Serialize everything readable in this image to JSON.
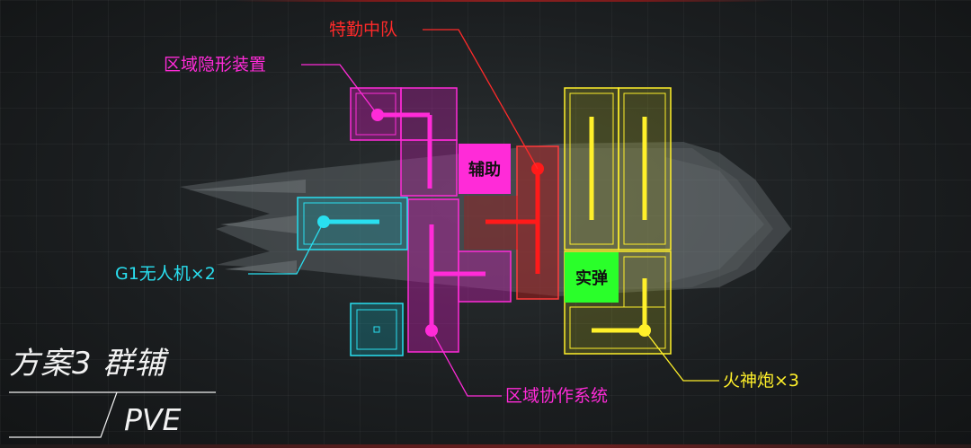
{
  "labels": {
    "elite_squad": "特勤中队",
    "area_stealth": "区域隐形装置",
    "g1_drone": "G1无人机×2",
    "area_coop": "区域协作系统",
    "vulcan_cannon": "火神炮×3"
  },
  "tags": {
    "support": "辅助",
    "live_ammo": "实弹"
  },
  "title": {
    "main": "方案3 群辅",
    "mode": "PVE"
  },
  "colors": {
    "red": "#ff2a2a",
    "magenta": "#ff2bd8",
    "cyan": "#29dff0",
    "yellow": "#fff02a",
    "green": "#2aff2a"
  }
}
